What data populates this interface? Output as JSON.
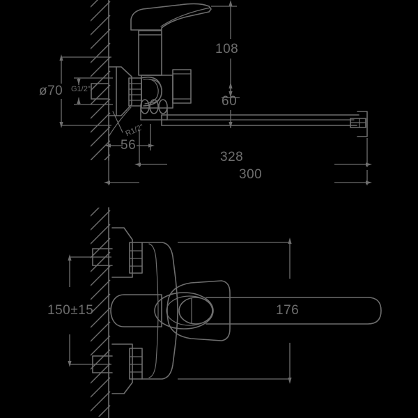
{
  "drawing": {
    "title": "Wall-mounted single-lever mixer tap technical drawing",
    "background_color": "#000000",
    "line_color": "#6e6e6e",
    "views": [
      {
        "name": "side-elevation-view",
        "position": "top",
        "description": "Side section view of wall mounted mixer with long swivel spout"
      },
      {
        "name": "top-plan-view",
        "position": "bottom",
        "description": "Plan view of wall mounted mixer showing lever handle and spout"
      }
    ],
    "dimensions": {
      "flange_diameter": "ø70",
      "inlet_thread": "G1/2\"",
      "outlet_thread": "R1/2\"",
      "handle_height": "108",
      "inlet_to_spout": "60",
      "spout_total_length": "328",
      "spout_reach": "300",
      "wall_to_body": "56",
      "inlet_centres": "150±15",
      "body_width": "176"
    }
  }
}
